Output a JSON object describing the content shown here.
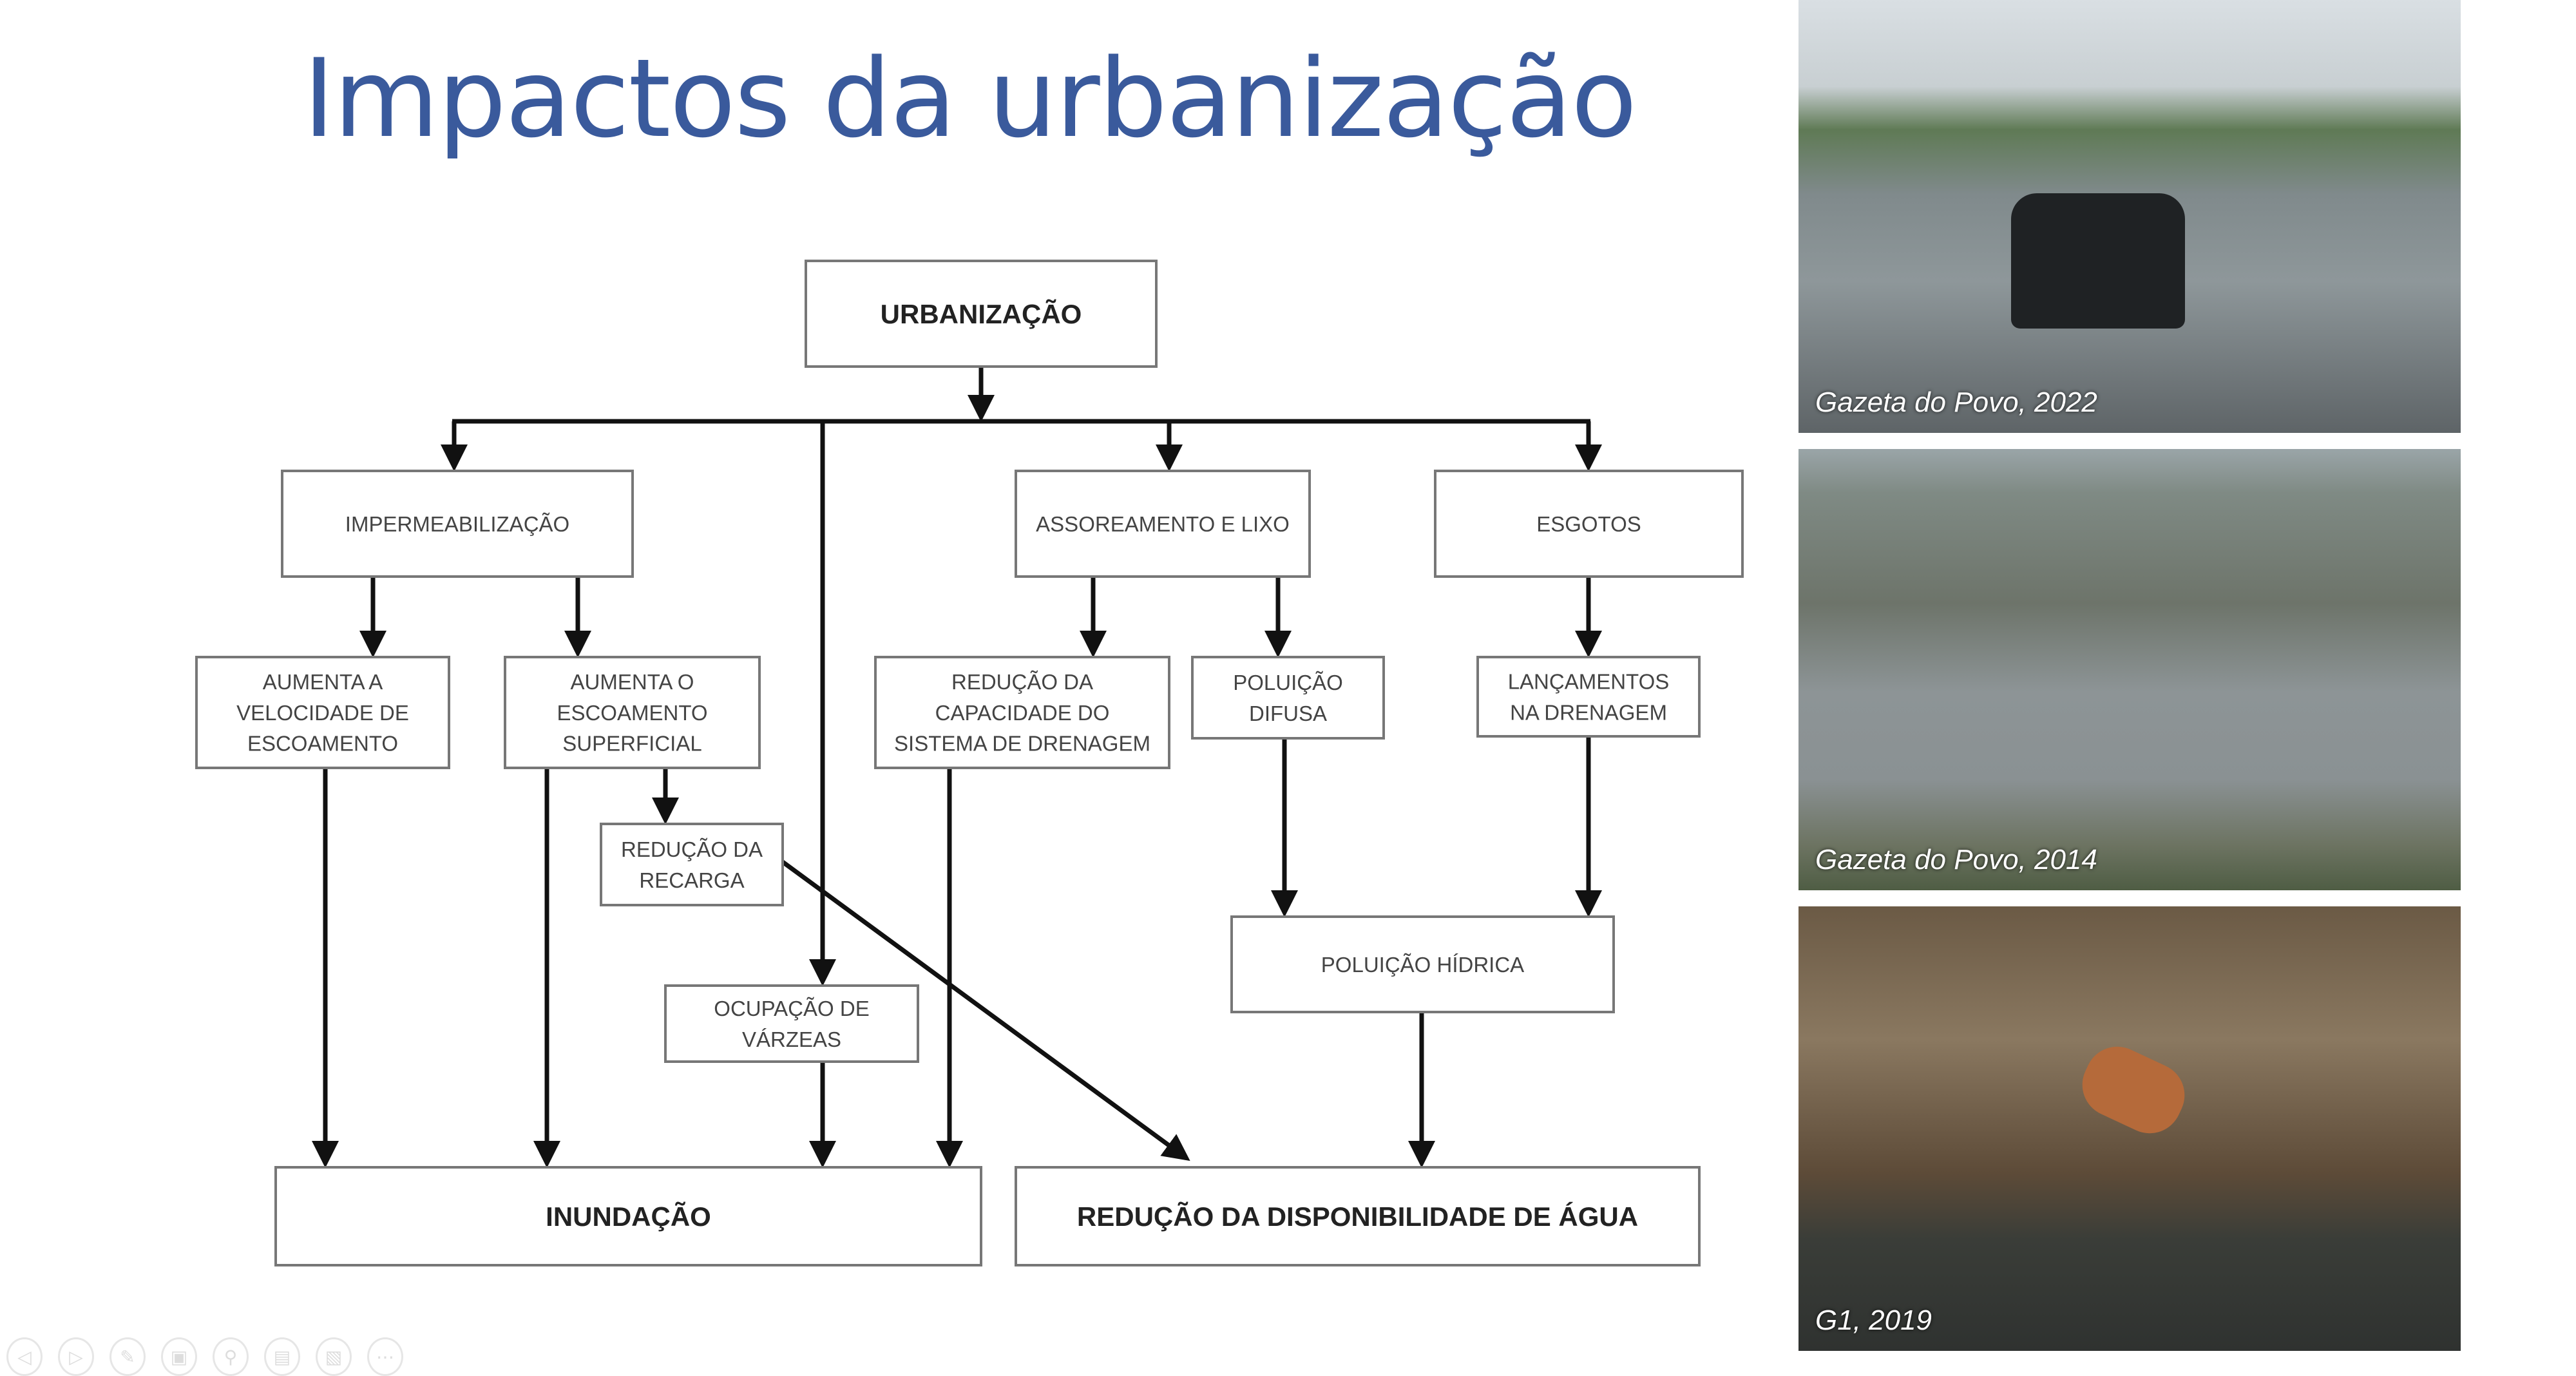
{
  "slide": {
    "title": "Impactos da urbanização"
  },
  "diagram": {
    "nodes": {
      "urbanizacao": {
        "lines": [
          "URBANIZAÇÃO"
        ],
        "bold": true
      },
      "impermeabilizacao": {
        "lines": [
          "IMPERMEABILIZAÇÃO"
        ]
      },
      "assoreamento": {
        "lines": [
          "ASSOREAMENTO E LIXO"
        ]
      },
      "esgotos": {
        "lines": [
          "ESGOTOS"
        ]
      },
      "aumenta_velocidade": {
        "lines": [
          "AUMENTA A",
          "VELOCIDADE DE",
          "ESCOAMENTO"
        ]
      },
      "aumenta_escoamento": {
        "lines": [
          "AUMENTA O",
          "ESCOAMENTO",
          "SUPERFICIAL"
        ]
      },
      "reducao_capacidade": {
        "lines": [
          "REDUÇÃO DA",
          "CAPACIDADE DO",
          "SISTEMA DE DRENAGEM"
        ]
      },
      "poluicao_difusa": {
        "lines": [
          "POLUIÇÃO",
          "DIFUSA"
        ]
      },
      "lancamentos": {
        "lines": [
          "LANÇAMENTOS",
          "NA DRENAGEM"
        ]
      },
      "reducao_recarga": {
        "lines": [
          "REDUÇÃO DA",
          "RECARGA"
        ]
      },
      "ocupacao_varzeas": {
        "lines": [
          "OCUPAÇÃO DE",
          "VÁRZEAS"
        ]
      },
      "poluicao_hidrica": {
        "lines": [
          "POLUIÇÃO HÍDRICA"
        ]
      },
      "inundacao": {
        "lines": [
          "INUNDAÇÃO"
        ],
        "bold": true
      },
      "reducao_disponibilidade": {
        "lines": [
          "REDUÇÃO DA DISPONIBILIDADE DE ÁGUA"
        ],
        "bold": true
      }
    }
  },
  "photos": [
    {
      "caption": "Gazeta do Povo, 2022"
    },
    {
      "caption": "Gazeta do Povo, 2014"
    },
    {
      "caption": "G1, 2019"
    }
  ],
  "toolbar": {
    "icons": [
      "previous-icon",
      "next-icon",
      "pen-icon",
      "pages-icon",
      "zoom-icon",
      "subtitles-icon",
      "camera-off-icon",
      "more-icon"
    ],
    "glyphs": [
      "◁",
      "▷",
      "✎",
      "▣",
      "⚲",
      "▤",
      "▧",
      "⋯"
    ]
  },
  "colors": {
    "title": "#3a5a9c",
    "line": "#111111",
    "box_border": "#777777",
    "text": "#333333"
  }
}
